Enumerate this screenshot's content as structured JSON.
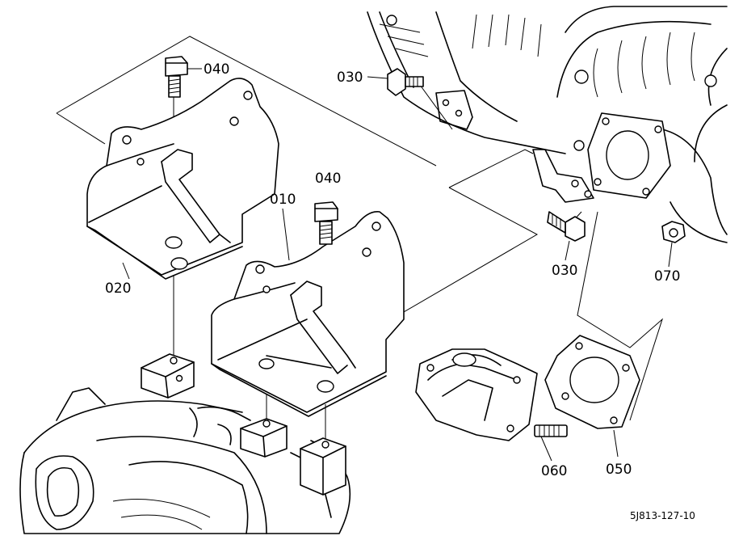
{
  "labels": {
    "p010": "010",
    "p020": "020",
    "p030a": "030",
    "p030b": "030",
    "p040a": "040",
    "p040b": "040",
    "p050": "050",
    "p060": "060",
    "p070": "070"
  },
  "drawing_ref": "5J813-127-10"
}
